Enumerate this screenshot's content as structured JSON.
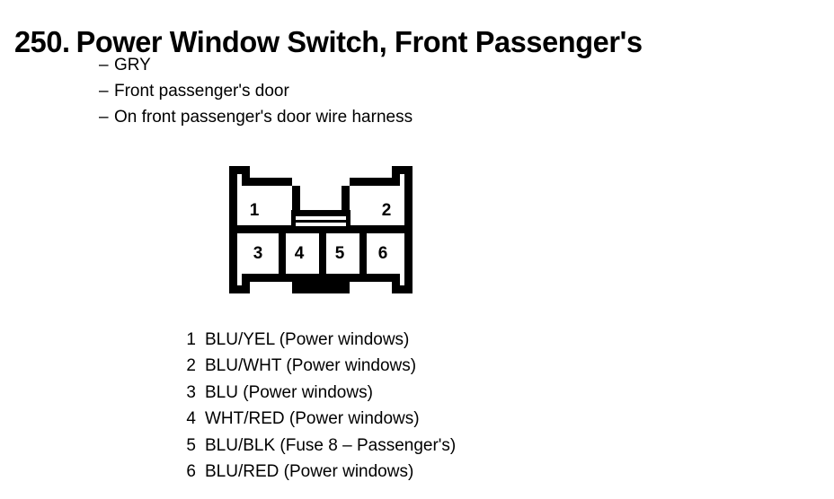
{
  "page": {
    "title_number": "250.",
    "title_text": "Power Window Switch, Front Passenger's"
  },
  "descriptors": [
    {
      "dash": "–",
      "text": "GRY"
    },
    {
      "dash": "–",
      "text": "Front passenger's door"
    },
    {
      "dash": "–",
      "text": "On front passenger's door wire harness"
    }
  ],
  "connector": {
    "name": "6-cavity connector face view",
    "top_row_pins": [
      "1",
      "2"
    ],
    "bottom_row_pins": [
      "3",
      "4",
      "5",
      "6"
    ],
    "latch_label": "center-latch-tab"
  },
  "pin_legend": [
    {
      "pin": "1",
      "wire": "BLU/YEL (Power windows)"
    },
    {
      "pin": "2",
      "wire": "BLU/WHT (Power windows)"
    },
    {
      "pin": "3",
      "wire": "BLU (Power windows)"
    },
    {
      "pin": "4",
      "wire": "WHT/RED (Power windows)"
    },
    {
      "pin": "5",
      "wire": "BLU/BLK (Fuse 8 – Passenger's)"
    },
    {
      "pin": "6",
      "wire": "BLU/RED (Power windows)"
    }
  ],
  "colors": {
    "ink": "#000000",
    "background": "#ffffff"
  }
}
